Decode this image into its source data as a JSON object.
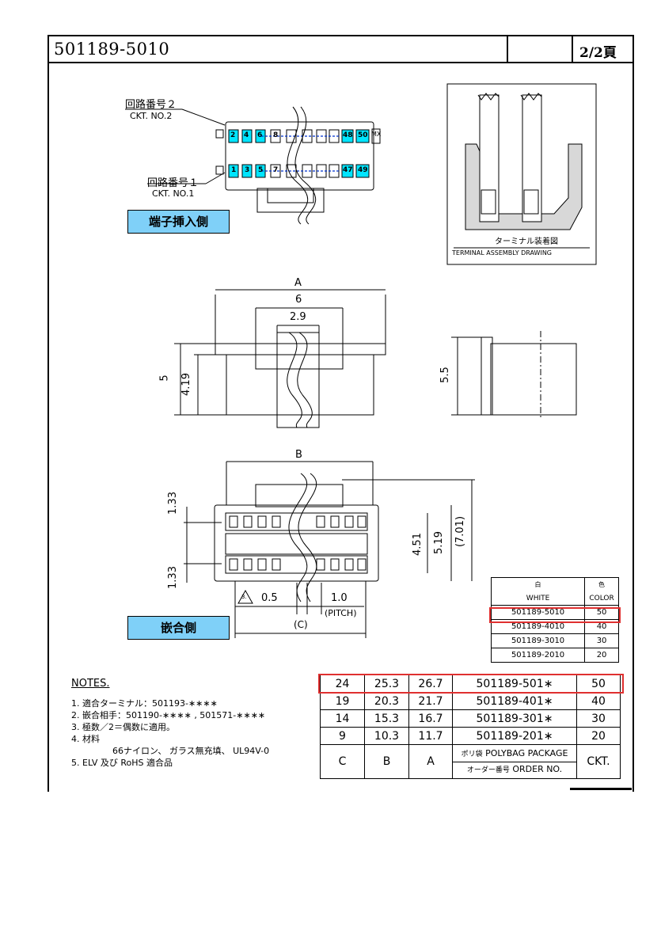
{
  "header": {
    "title": "501189-5010",
    "page": "2/2頁"
  },
  "labels": {
    "ckt2_jp": "回路番号２",
    "ckt2_en": "CKT. NO.2",
    "ckt1_jp": "回路番号１",
    "ckt1_en": "CKT. NO.1",
    "insert_side": "端子挿入側",
    "mating_side": "嵌合側",
    "terminal_jp": "ターミナル装着図",
    "terminal_en": "TERMINAL ASSEMBLY DRAWING"
  },
  "pin_numbers": {
    "top": [
      "2",
      "4",
      "6",
      "8",
      "48",
      "50"
    ],
    "bottom": [
      "1",
      "3",
      "5",
      "7",
      "47",
      "49"
    ],
    "mark": "MX"
  },
  "dimensions": {
    "A": "A",
    "six": "6",
    "twonine": "2.9",
    "five": "5",
    "fourone9": "4.19",
    "fivefive": "5.5",
    "B": "B",
    "onethree3a": "1.33",
    "onethree3b": "1.33",
    "fourfive1": "4.51",
    "fiveone9": "5.19",
    "sevenone": "(7.01)",
    "zerofive": "0.5",
    "pitchval": "1.0",
    "pitch": "(PITCH)",
    "C": "(C)",
    "note3": "3."
  },
  "color_table": {
    "h1": "白",
    "h2": "色",
    "h3": "WHITE",
    "h4": "COLOR",
    "rows": [
      {
        "part": "501189-5010",
        "color": "50"
      },
      {
        "part": "501189-4010",
        "color": "40"
      },
      {
        "part": "501189-3010",
        "color": "30"
      },
      {
        "part": "501189-2010",
        "color": "20"
      }
    ]
  },
  "order_table": {
    "rows": [
      {
        "c": "24",
        "b": "25.3",
        "a": "26.7",
        "order": "501189-501∗",
        "ckt": "50"
      },
      {
        "c": "19",
        "b": "20.3",
        "a": "21.7",
        "order": "501189-401∗",
        "ckt": "40"
      },
      {
        "c": "14",
        "b": "15.3",
        "a": "16.7",
        "order": "501189-301∗",
        "ckt": "30"
      },
      {
        "c": "9",
        "b": "10.3",
        "a": "11.7",
        "order": "501189-201∗",
        "ckt": "20"
      }
    ],
    "footer": {
      "c": "C",
      "b": "B",
      "a": "A",
      "poly_jp": "ポリ袋",
      "poly_en": "POLYBAG PACKAGE",
      "order_jp": "オーダー番号",
      "order_en": "ORDER NO.",
      "ckt": "CKT."
    }
  },
  "notes": {
    "title": "NOTES.",
    "n1": "1. 適合ターミナル：501193-∗∗∗∗",
    "n2": "2. 嵌合相手：501190-∗∗∗∗ , 501571-∗∗∗∗",
    "n3": "3. 極数／2＝偶数に適用。",
    "n4": "4. 材料",
    "n4b": "66ナイロン、 ガラス無充填、 UL94V-0",
    "n5": "5. ELV 及び RoHS 適合品"
  }
}
